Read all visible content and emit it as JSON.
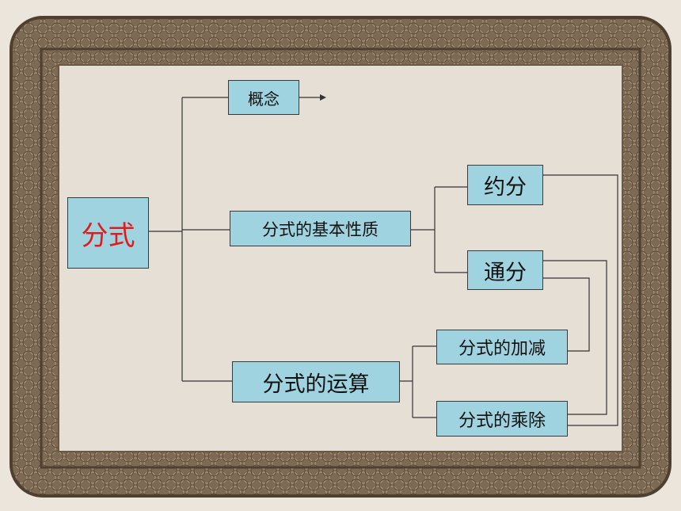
{
  "colors": {
    "node_fill": "#9fd3df",
    "root_text": "#e41b1b",
    "frame_dark": "#5e4d3a",
    "frame_mid": "#8a7760",
    "panel": "#e6dfd6"
  },
  "nodes": {
    "root": "分式",
    "concept": "概念",
    "basic_property": "分式的基本性质",
    "reduce": "约分",
    "common_denominator": "通分",
    "operations": "分式的运算",
    "add_subtract": "分式的加减",
    "multiply_divide": "分式的乘除"
  }
}
